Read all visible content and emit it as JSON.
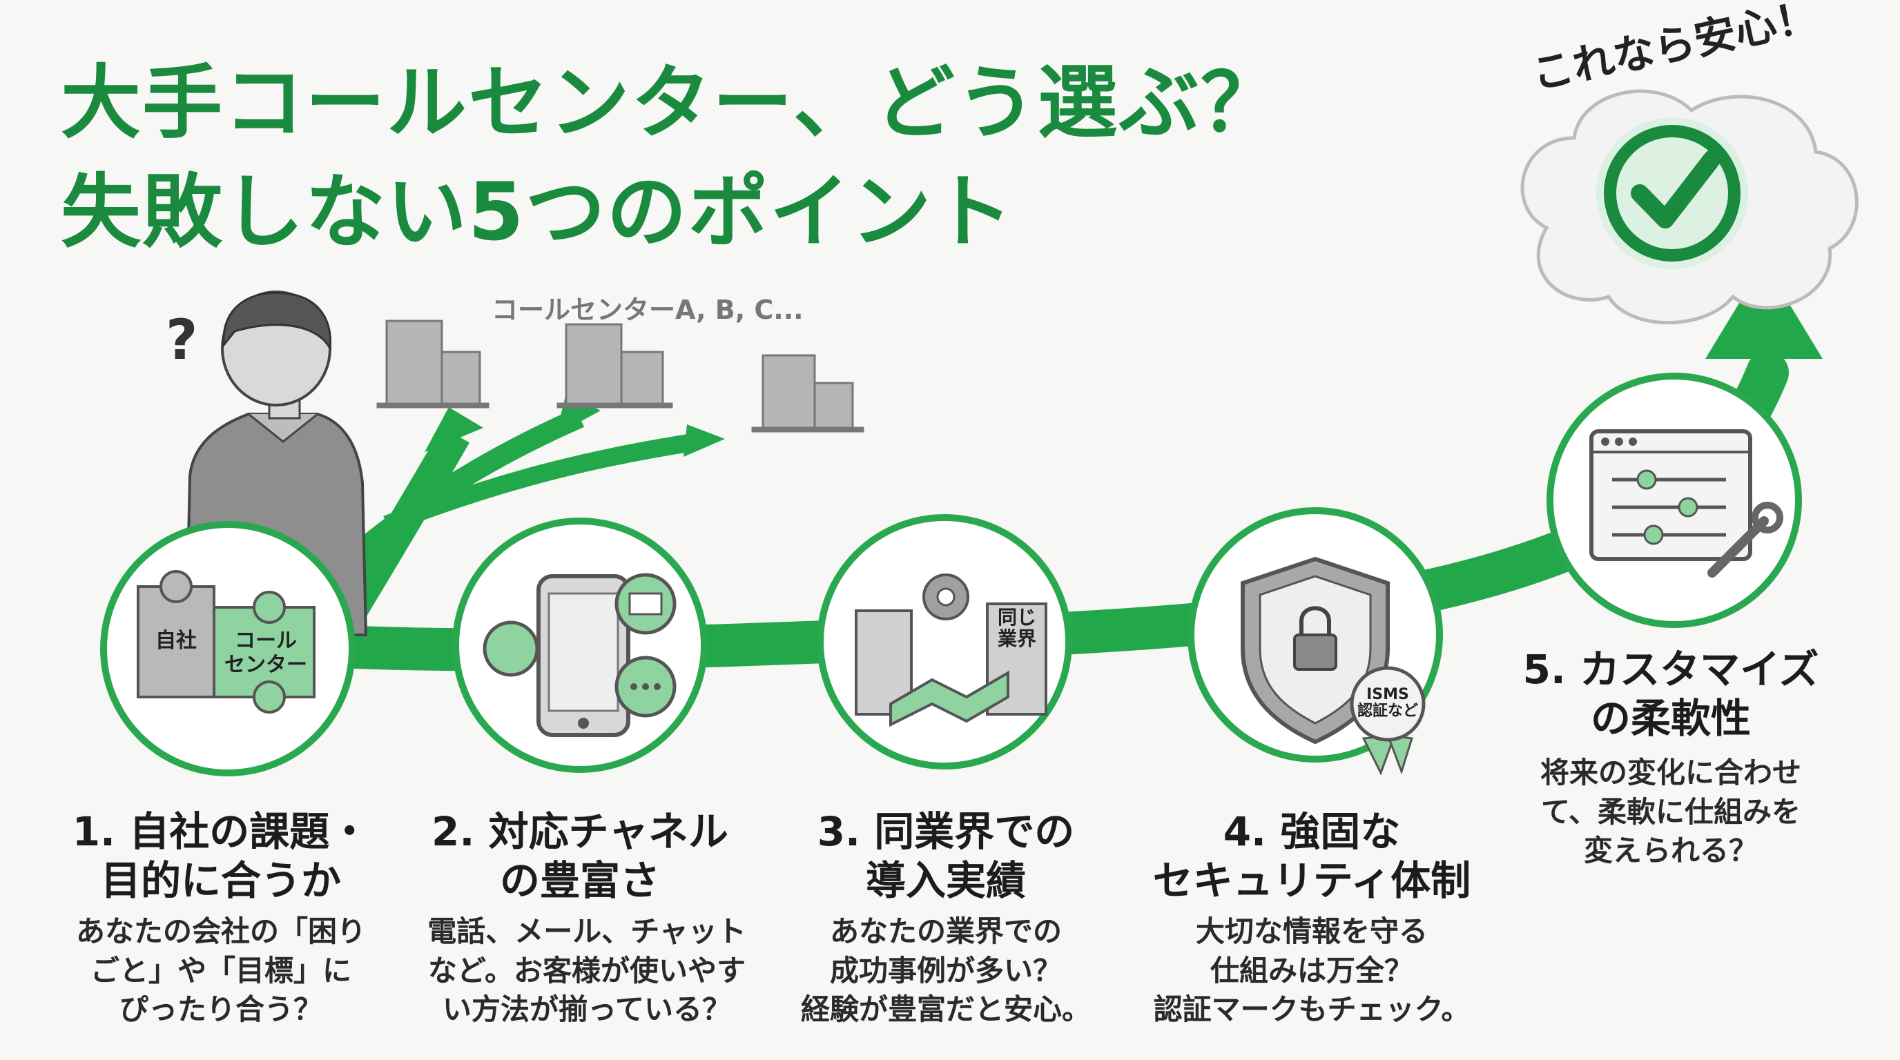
{
  "title": {
    "line1": "大手コールセンター、どう選ぶ？",
    "line2": "失敗しない5つのポイント"
  },
  "candidates_label": "コールセンターA, B, C...",
  "relief_label": "これなら安心！",
  "points": [
    {
      "title": "1. 自社の課題・\n目的に合うか",
      "desc": "あなたの会社の「困り\nごと」や「目標」に\nぴったり合う？",
      "icon": "puzzle-icon",
      "puzzle_left": "自社",
      "puzzle_right": "コール\nセンター"
    },
    {
      "title": "2. 対応チャネル\nの豊富さ",
      "desc": "電話、メール、チャット\nなど。お客様が使いやす\nい方法が揃っている？",
      "icon": "smartphone-channels-icon"
    },
    {
      "title": "3. 同業界での\n導入実績",
      "desc": "あなたの業界での\n成功事例が多い？\n経験が豊富だと安心。",
      "icon": "handshake-icon",
      "sign": "同じ\n業界"
    },
    {
      "title": "4. 強固な\nセキュリティ体制",
      "desc": "大切な情報を守る\n仕組みは万全？\n認証マークもチェック。",
      "icon": "shield-lock-icon",
      "badge": "ISMS\n認証など"
    },
    {
      "title": "5. カスタマイズ\nの柔軟性",
      "desc": "将来の変化に合わせ\nて、柔軟に仕組みを\n変えられる？",
      "icon": "settings-sliders-icon"
    }
  ],
  "colors": {
    "accent": "#1a8a3e",
    "arrow": "#22a74a",
    "circle_border": "#2aa84f",
    "icon_gray": "#8a8a8a",
    "icon_green": "#7cc98f"
  }
}
